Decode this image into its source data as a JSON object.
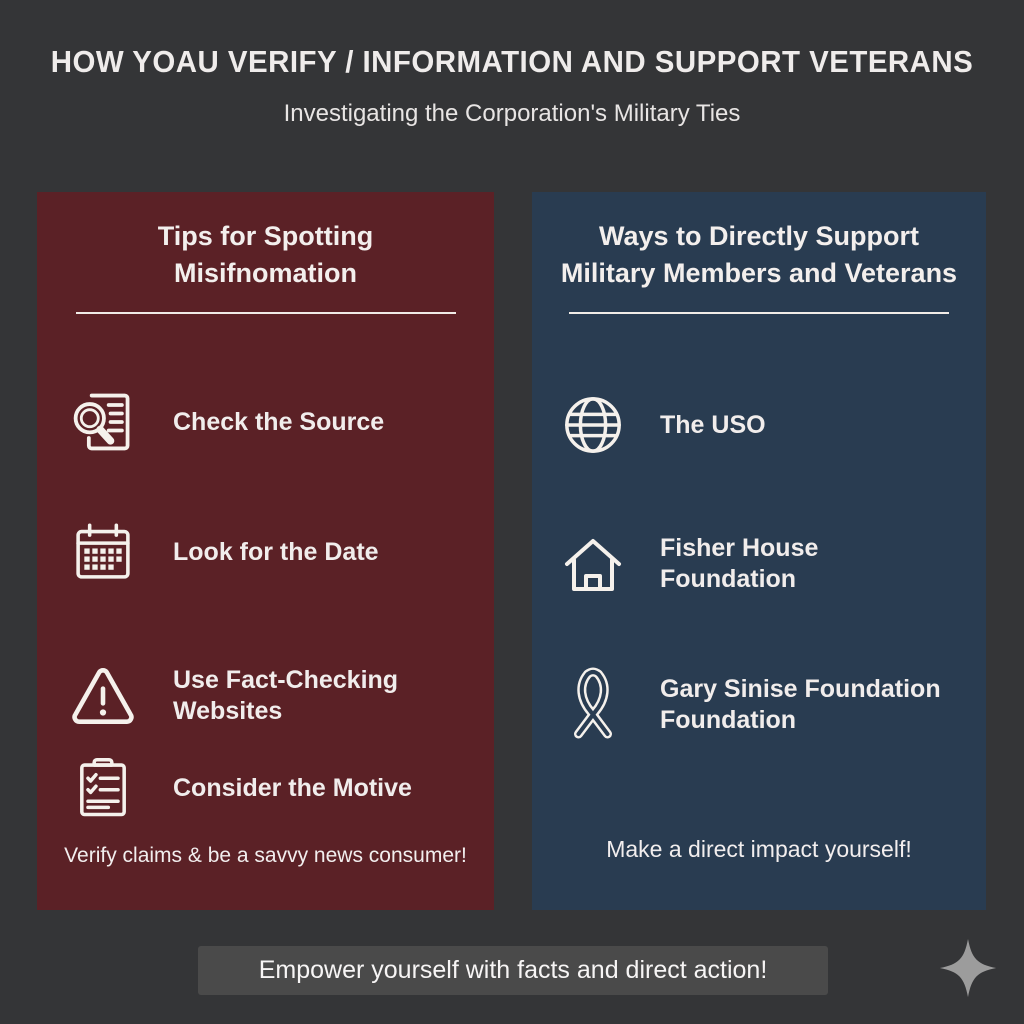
{
  "header": {
    "title": "HOW YOAU VERIFY / INFORMATION AND SUPPORT VETERANS",
    "subtitle": "Investigating the Corporation's Military Ties"
  },
  "left_panel": {
    "title": "Tips for Spotting\nMisifnomation",
    "background_color": "#5b2126",
    "items": [
      {
        "icon": "document-search-icon",
        "label": "Check the Source"
      },
      {
        "icon": "calendar-icon",
        "label": "Look for the Date"
      },
      {
        "icon": "warning-triangle-icon",
        "label": "Use Fact-Checking\nWebsites"
      },
      {
        "icon": "clipboard-checklist-icon",
        "label": "Consider the Motive"
      }
    ],
    "footer": "Verify claims & be a savvy news consumer!"
  },
  "right_panel": {
    "title": "Ways to Directly Support\nMilitary Members and Veterans",
    "background_color": "#293c51",
    "items": [
      {
        "icon": "globe-icon",
        "label": "The USO"
      },
      {
        "icon": "house-icon",
        "label": "Fisher House\nFoundation"
      },
      {
        "icon": "ribbon-icon",
        "label": "Gary Sinise Foundation\nFoundation"
      }
    ],
    "footer": "Make a direct impact yourself!"
  },
  "bottom": {
    "banner_text": "Empower yourself with facts and direct action!",
    "banner_color": "#4a4a4a",
    "sparkle_icon": "sparkle-icon",
    "sparkle_color": "#9c9c9c"
  },
  "colors": {
    "page_background": "#343537",
    "heading_text": "#efeceb",
    "divider": "#f1ece7",
    "icon_stroke": "#f5f1ec"
  }
}
